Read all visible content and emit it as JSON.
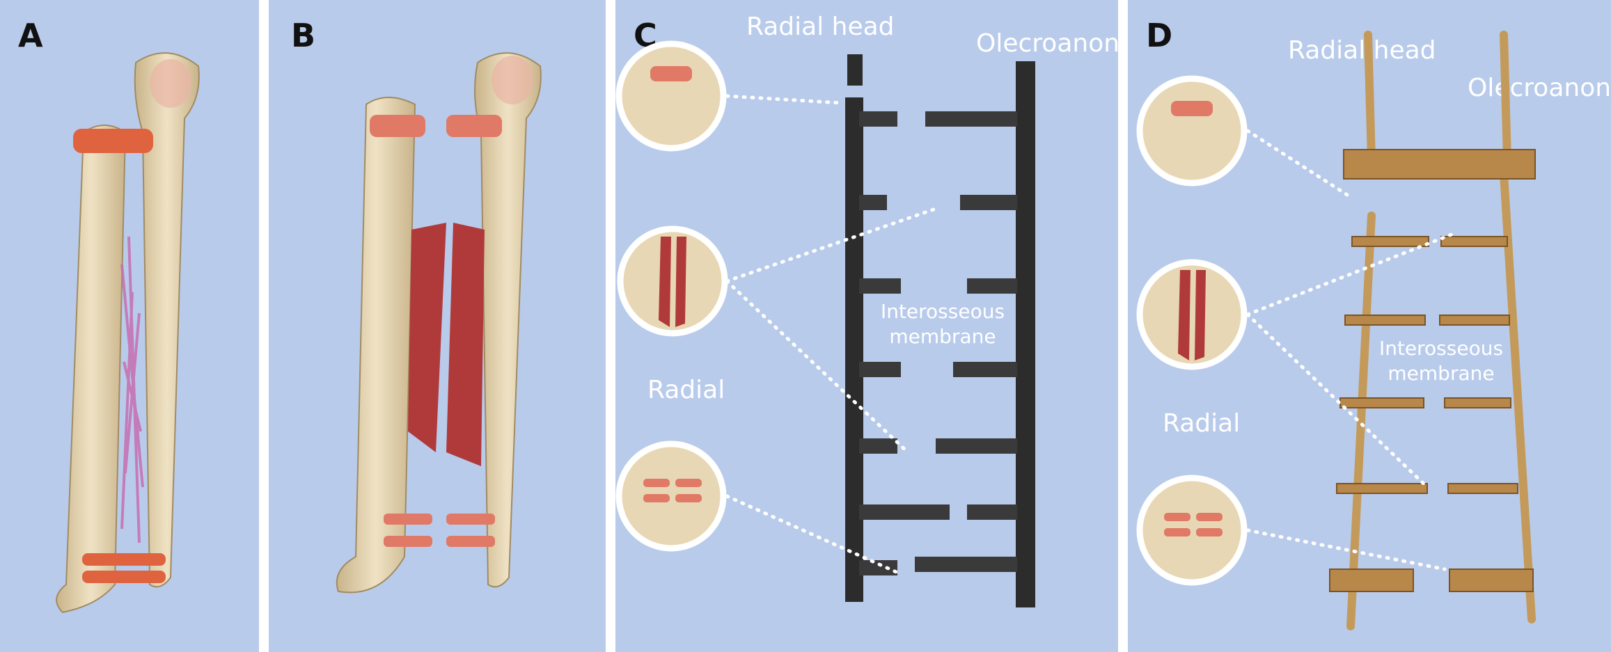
{
  "panels": {
    "a": {
      "letter": "A"
    },
    "b": {
      "letter": "B"
    },
    "c": {
      "letter": "C",
      "radial_head": "Radial head",
      "olecranon": "Olecroanon",
      "membrane_l1": "Interosseous",
      "membrane_l2": "membrane",
      "radial": "Radial"
    },
    "d": {
      "letter": "D",
      "radial_head": "Radial head",
      "olecranon": "Olecroanon",
      "membrane_l1": "Interosseous",
      "membrane_l2": "membrane",
      "radial": "Radial"
    }
  },
  "colors": {
    "background": "#b9cbeb",
    "bone": "#e6d4b0",
    "ligament": "#e06a4a",
    "membrane": "#b03a3a",
    "ladder_wood_dark": "#2c2c2c",
    "ladder_wood_light": "#b8874a",
    "rope": "#c49a5a"
  },
  "icons": [
    "forearm-bones-icon",
    "torn-ligament-icon",
    "wooden-ladder-icon",
    "rope-ladder-icon",
    "magnifier-circle-icon"
  ]
}
